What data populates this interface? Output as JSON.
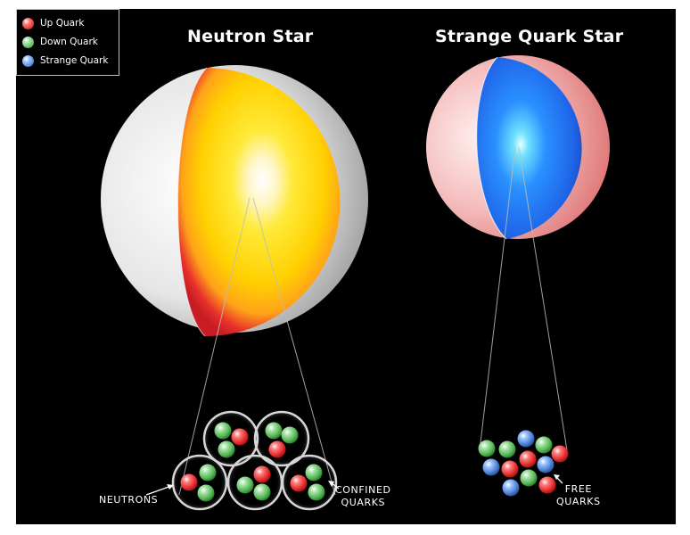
{
  "legend": {
    "items": [
      {
        "label": "Up Quark",
        "color": "#e8413c"
      },
      {
        "label": "Down Quark",
        "color": "#5cb85c"
      },
      {
        "label": "Strange Quark",
        "color": "#4a7fd4"
      }
    ]
  },
  "neutron_star": {
    "title": "Neutron Star",
    "label_left": "NEUTRONS",
    "label_right_line1": "CONFINED",
    "label_right_line2": "QUARKS",
    "colors": {
      "core": "#fff6c8",
      "mantle": "#ffd400",
      "rim": "#e0262a",
      "crust": "#e9e9e9"
    }
  },
  "strange_star": {
    "title": "Strange Quark Star",
    "label_line1": "FREE",
    "label_line2": "QUARKS",
    "colors": {
      "core": "#aef4ff",
      "body": "#1f6ef0",
      "crust": "#f2b3b3"
    }
  }
}
